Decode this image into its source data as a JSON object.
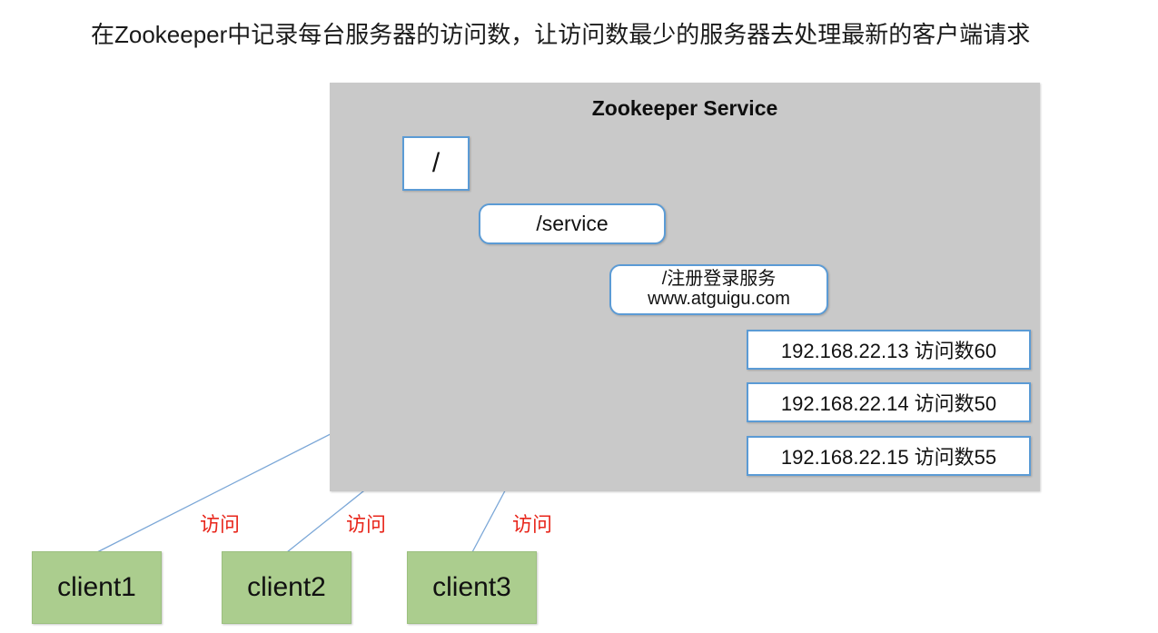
{
  "title": "在Zookeeper中记录每台服务器的访问数，让访问数最少的服务器去处理最新的客户端请求",
  "panel": {
    "name": "zookeeper-service-panel",
    "heading": "Zookeeper Service",
    "background_color": "#c9c9c9"
  },
  "colors": {
    "node_border": "#5b9bd5",
    "node_fill": "#ffffff",
    "client_fill": "#abcd8e",
    "connector": "#6f9fd0",
    "access_label": "#e8261b",
    "panel_gray": "#c9c9c9",
    "text": "#111111"
  },
  "tree": {
    "root": {
      "label": "/"
    },
    "service": {
      "label": "/service"
    },
    "register": {
      "line1": "/注册登录服务",
      "line2": "www.atguigu.com"
    },
    "servers": [
      {
        "ip": "192.168.22.13",
        "visits_label": "访问数60",
        "text": "192.168.22.13  访问数60"
      },
      {
        "ip": "192.168.22.14",
        "visits_label": "访问数50",
        "text": "192.168.22.14 访问数50"
      },
      {
        "ip": "192.168.22.15",
        "visits_label": "访问数55",
        "text": "192.168.22.15 访问数55"
      }
    ]
  },
  "clients": [
    {
      "label": "client1",
      "access_label": "访问"
    },
    {
      "label": "client2",
      "access_label": "访问"
    },
    {
      "label": "client3",
      "access_label": "访问"
    }
  ]
}
